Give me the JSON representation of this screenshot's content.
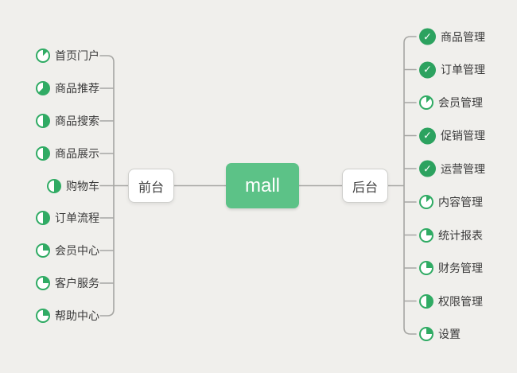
{
  "root": {
    "label": "mall"
  },
  "branches": [
    {
      "id": "frontend",
      "label": "前台",
      "side": "left",
      "items": [
        {
          "label": "首页门户",
          "status": "progress",
          "progress": 12.5
        },
        {
          "label": "商品推荐",
          "status": "progress",
          "progress": 62.5
        },
        {
          "label": "商品搜索",
          "status": "progress",
          "progress": 50
        },
        {
          "label": "商品展示",
          "status": "progress",
          "progress": 50
        },
        {
          "label": "购物车",
          "status": "progress",
          "progress": 50
        },
        {
          "label": "订单流程",
          "status": "progress",
          "progress": 50
        },
        {
          "label": "会员中心",
          "status": "progress",
          "progress": 25
        },
        {
          "label": "客户服务",
          "status": "progress",
          "progress": 25
        },
        {
          "label": "帮助中心",
          "status": "progress",
          "progress": 25
        }
      ]
    },
    {
      "id": "backend",
      "label": "后台",
      "side": "right",
      "items": [
        {
          "label": "商品管理",
          "status": "done"
        },
        {
          "label": "订单管理",
          "status": "done"
        },
        {
          "label": "会员管理",
          "status": "progress",
          "progress": 12.5
        },
        {
          "label": "促销管理",
          "status": "done"
        },
        {
          "label": "运营管理",
          "status": "done"
        },
        {
          "label": "内容管理",
          "status": "progress",
          "progress": 12.5
        },
        {
          "label": "统计报表",
          "status": "progress",
          "progress": 25
        },
        {
          "label": "财务管理",
          "status": "progress",
          "progress": 25
        },
        {
          "label": "权限管理",
          "status": "progress",
          "progress": 50
        },
        {
          "label": "设置",
          "status": "progress",
          "progress": 25
        }
      ]
    }
  ],
  "icons": {
    "done": "check-icon",
    "progress": "pie-progress-icon",
    "check_glyph": "✓"
  },
  "colors": {
    "root_node_green": "#5cc287",
    "icon_green": "#30ab64",
    "check_green": "#2ca25f",
    "line_gray": "#a6a6a3",
    "node_border": "#cfcfcc",
    "background": "#f0efec",
    "text_dark": "#3a3a3a"
  }
}
